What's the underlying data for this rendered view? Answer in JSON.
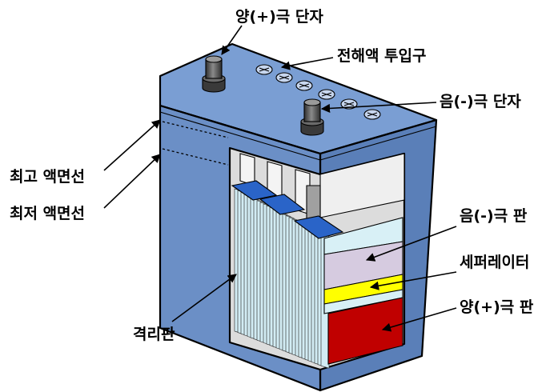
{
  "labels": {
    "positive_terminal": "양(+)극 단자",
    "electrolyte_inlet": "전해액 투입구",
    "negative_terminal": "음(-)극 단자",
    "max_level": "최고 액면선",
    "min_level": "최저 액면선",
    "negative_plate": "음(-)극 판",
    "separator": "세퍼레이터",
    "positive_plate": "양(+)극 판",
    "partition": "격리판"
  },
  "colors": {
    "case_front": "#6b8fc6",
    "case_top": "#7a9ed3",
    "case_side": "#5a7fb8",
    "interior": "#dcdcdc",
    "plates": "#d2ecf4",
    "strap": "#2a64c8",
    "negative_plate": "#d6cbe0",
    "separator": "#ffff00",
    "positive_plate": "#c00000",
    "terminal": "#555555"
  }
}
